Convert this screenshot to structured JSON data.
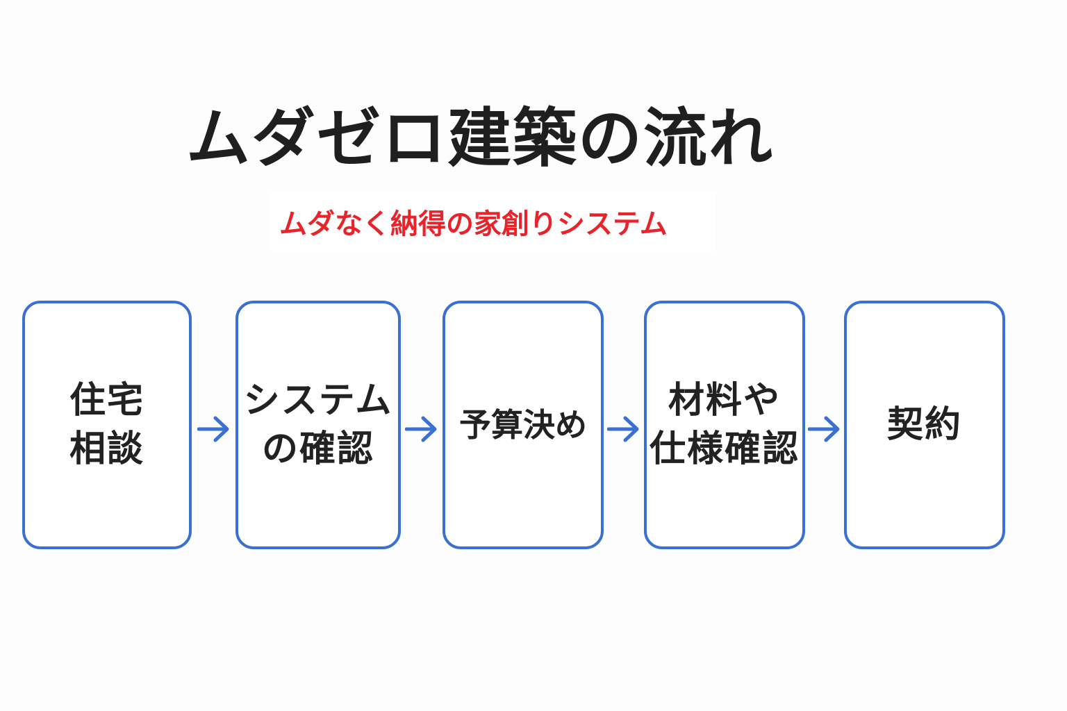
{
  "title": "ムダゼロ建築の流れ",
  "subtitle": "ムダなく納得の家創りシステム",
  "colors": {
    "step_border": "#3a70cf",
    "arrow": "#3a70cf",
    "subtitle": "#e8232a",
    "title": "#1f1f1f"
  },
  "steps": [
    {
      "label": "住宅\n相談"
    },
    {
      "label": "システム\nの確認"
    },
    {
      "label": "予算決め"
    },
    {
      "label": "材料や\n仕様確認"
    },
    {
      "label": "契約"
    }
  ]
}
